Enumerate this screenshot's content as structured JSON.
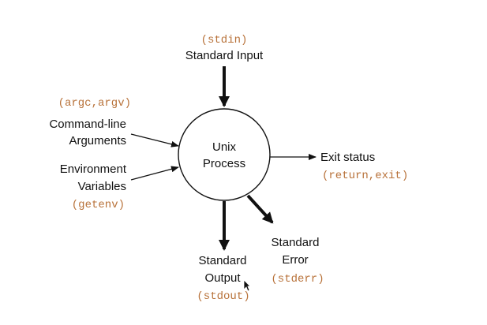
{
  "diagram": {
    "center_label_line1": "Unix",
    "center_label_line2": "Process",
    "stdin": {
      "code": "(stdin)",
      "label": "Standard Input"
    },
    "args": {
      "code": "(argc,argv)",
      "label_line1": "Command-line",
      "label_line2": "Arguments"
    },
    "env": {
      "label_line1": "Environment",
      "label_line2": "Variables",
      "code": "(getenv)"
    },
    "exit": {
      "label": "Exit status",
      "code": "(return,exit)"
    },
    "stdout": {
      "label_line1": "Standard",
      "label_line2": "Output",
      "code": "(stdout)"
    },
    "stderr": {
      "label_line1": "Standard",
      "label_line2": "Error",
      "code": "(stderr)"
    }
  },
  "colors": {
    "code_text": "#b8723a",
    "label_text": "#111111",
    "stroke": "#111111",
    "background": "#ffffff"
  },
  "icons": {
    "pointer": "mouse-pointer-icon"
  }
}
